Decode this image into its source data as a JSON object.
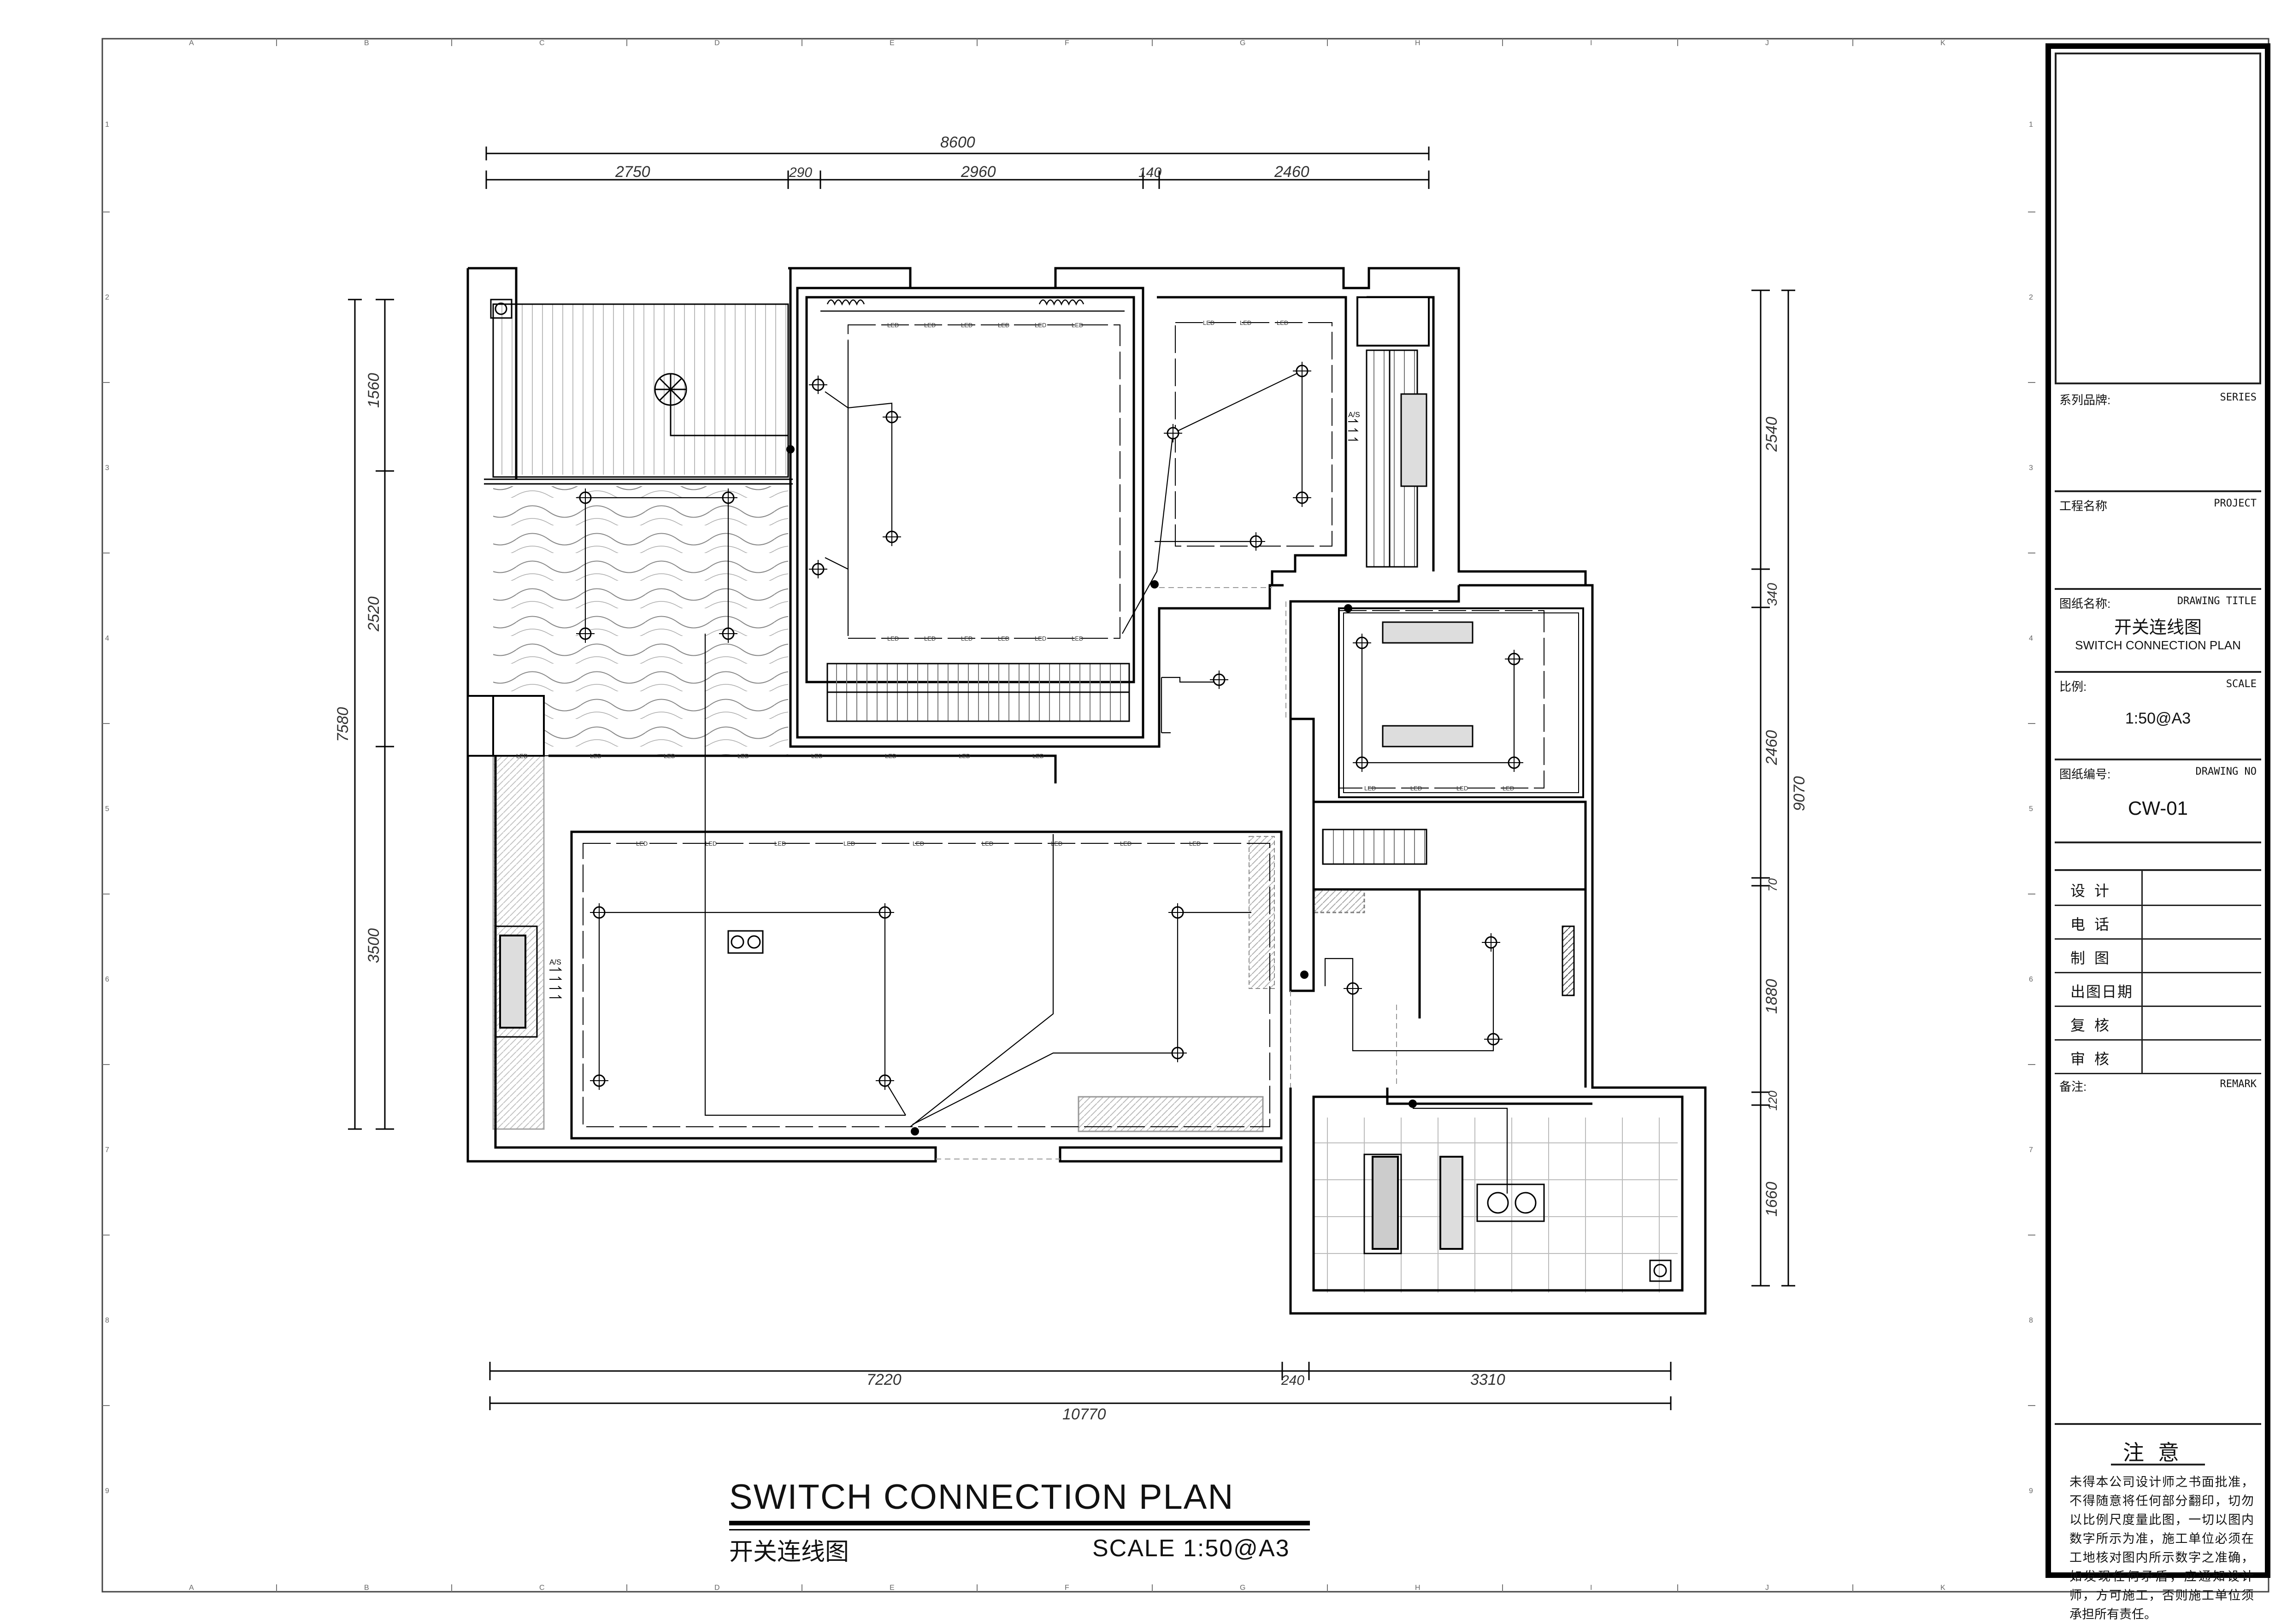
{
  "dimensions": {
    "top_total": "8600",
    "top_segments": [
      "2750",
      "290",
      "2960",
      "140",
      "2460"
    ],
    "bottom_total": "10770",
    "bottom_segments": [
      "7220",
      "240",
      "3310"
    ],
    "left_total": "7580",
    "left_segments": [
      "1560",
      "2520",
      "3500"
    ],
    "right_total": "9070",
    "right_segments": [
      "2540",
      "340",
      "2460",
      "70",
      "1880",
      "120",
      "1660"
    ]
  },
  "grid": {
    "cols": [
      "A",
      "B",
      "C",
      "D",
      "E",
      "F",
      "G",
      "H",
      "I",
      "J",
      "K"
    ],
    "rows": [
      "1",
      "2",
      "3",
      "4",
      "5",
      "6",
      "7",
      "8",
      "9"
    ]
  },
  "plan_labels": {
    "led": "LED",
    "as": "A/S"
  },
  "title_block": {
    "series_label": "系列品牌:",
    "series_en": "SERIES",
    "project_label": "工程名称",
    "project_en": "PROJECT",
    "drawing_title_label": "图纸名称:",
    "drawing_title_en": "DRAWING TITLE",
    "drawing_title_cn": "开关连线图",
    "drawing_title_sub": "SWITCH CONNECTION PLAN",
    "scale_label": "比例:",
    "scale_en": "SCALE",
    "scale_value": "1:50@A3",
    "drawing_no_label": "图纸编号:",
    "drawing_no_en": "DRAWING NO",
    "drawing_no_value": "CW-01",
    "sign_rows": [
      "设计",
      "电话",
      "制图",
      "出图日期",
      "复核",
      "审核"
    ],
    "remark_label": "备注:",
    "remark_en": "REMARK",
    "notice_title": "注意",
    "notice_body": "未得本公司设计师之书面批准，不得随意将任何部分翻印，切勿以比例尺度量此图，一切以图内数字所示为准，施工单位必须在工地核对图内所示数字之准确，如发现任何矛盾，应通知设计师，方可施工，否则施工单位须承担所有责任。"
  },
  "caption": {
    "title": "SWITCH CONNECTION PLAN",
    "subtitle_cn": "开关连线图",
    "scale": "SCALE  1:50@A3"
  }
}
